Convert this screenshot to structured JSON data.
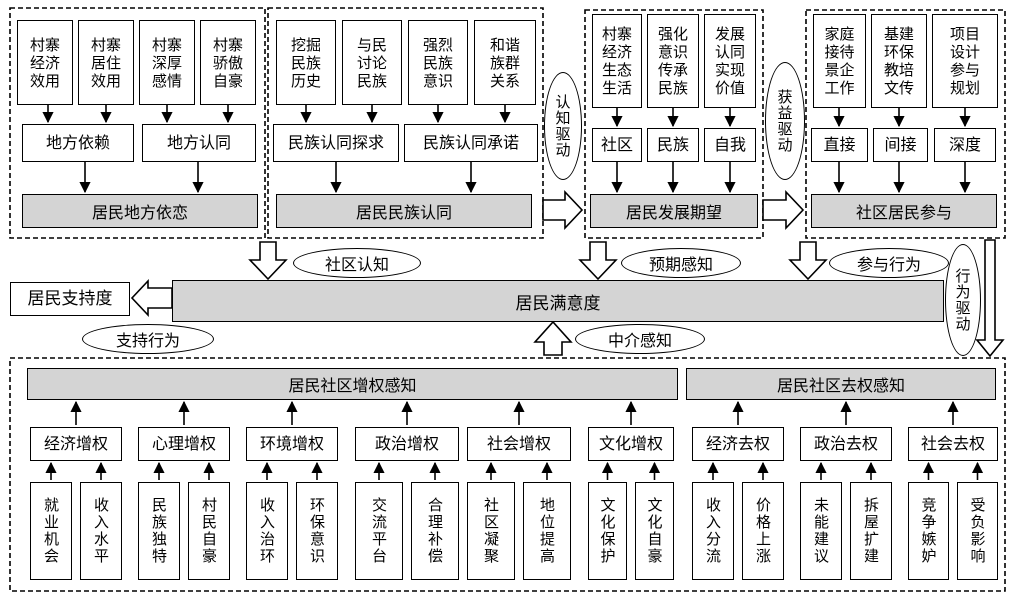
{
  "top": {
    "place": {
      "factors": [
        {
          "text": "村寨\n经济\n效用"
        },
        {
          "text": "村寨\n居住\n效用"
        },
        {
          "text": "村寨\n深厚\n感情"
        },
        {
          "text": "村寨\n骄傲\n自豪"
        }
      ],
      "mid": [
        "地方依赖",
        "地方认同"
      ],
      "bar": "居民地方依恋"
    },
    "ethnic": {
      "factors": [
        {
          "text": "挖掘\n民族\n历史"
        },
        {
          "text": "与民\n讨论\n民族"
        },
        {
          "text": "强烈\n民族\n意识"
        },
        {
          "text": "和谐\n族群\n关系"
        }
      ],
      "mid": [
        "民族认同探求",
        "民族认同承诺"
      ],
      "bar": "居民民族认同"
    },
    "expect": {
      "factors": [
        {
          "text": "村寨\n经济\n生态\n生活"
        },
        {
          "text": "强化\n意识\n传承\n民族"
        },
        {
          "text": "发展\n认同\n实现\n价值"
        }
      ],
      "mid": [
        "社区",
        "民族",
        "自我"
      ],
      "bar": "居民发展期望"
    },
    "participate": {
      "factors": [
        {
          "text": "家庭\n接待\n景企\n工作"
        },
        {
          "text": "基建\n环保\n教培\n文传"
        },
        {
          "text": "项目\n设计\n参与\n规划"
        }
      ],
      "mid": [
        "直接",
        "间接",
        "深度"
      ],
      "bar": "社区居民参与"
    }
  },
  "drivers": {
    "cognitive": "认知驱动",
    "benefit": "获益驱动",
    "behavior": "行为驱动"
  },
  "perceptions": {
    "community": "社区认知",
    "expected": "预期感知",
    "participation": "参与行为",
    "support": "支持行为",
    "mediating": "中介感知"
  },
  "satisfaction": "居民满意度",
  "support": "居民支持度",
  "bottom": {
    "empower_bar": "居民社区增权感知",
    "disempower_bar": "居民社区去权感知",
    "groups": [
      {
        "label": "经济增权",
        "items": [
          "就业机会",
          "收入水平"
        ]
      },
      {
        "label": "心理增权",
        "items": [
          "民族独特",
          "村民自豪"
        ]
      },
      {
        "label": "环境增权",
        "items": [
          "收入治环",
          "环保意识"
        ]
      },
      {
        "label": "政治增权",
        "items": [
          "交流平台",
          "合理补偿"
        ]
      },
      {
        "label": "社会增权",
        "items": [
          "社区凝聚",
          "地位提高"
        ]
      },
      {
        "label": "文化增权",
        "items": [
          "文化保护",
          "文化自豪"
        ]
      },
      {
        "label": "经济去权",
        "items": [
          "收入分流",
          "价格上涨"
        ]
      },
      {
        "label": "政治去权",
        "items": [
          "未能建议",
          "拆屋扩建"
        ]
      },
      {
        "label": "社会去权",
        "items": [
          "竞争嫉妒",
          "受负影响"
        ]
      }
    ]
  }
}
